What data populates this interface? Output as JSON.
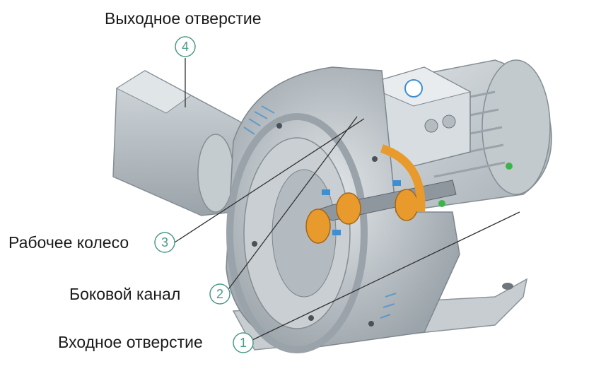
{
  "callouts": [
    {
      "label": "Выходное отверстие",
      "number": "4"
    },
    {
      "label": "Рабочее колесо",
      "number": "3"
    },
    {
      "label": "Боковой канал",
      "number": "2"
    },
    {
      "label": "Входное отверстие",
      "number": "1"
    }
  ],
  "colors": {
    "metal": "#b8c0c6",
    "metal_dark": "#7e878e",
    "accent_orange": "#e89a2c",
    "accent_blue": "#3f8fd0",
    "accent_green": "#3bb54a",
    "callout_circle": "#4a9a8a"
  }
}
